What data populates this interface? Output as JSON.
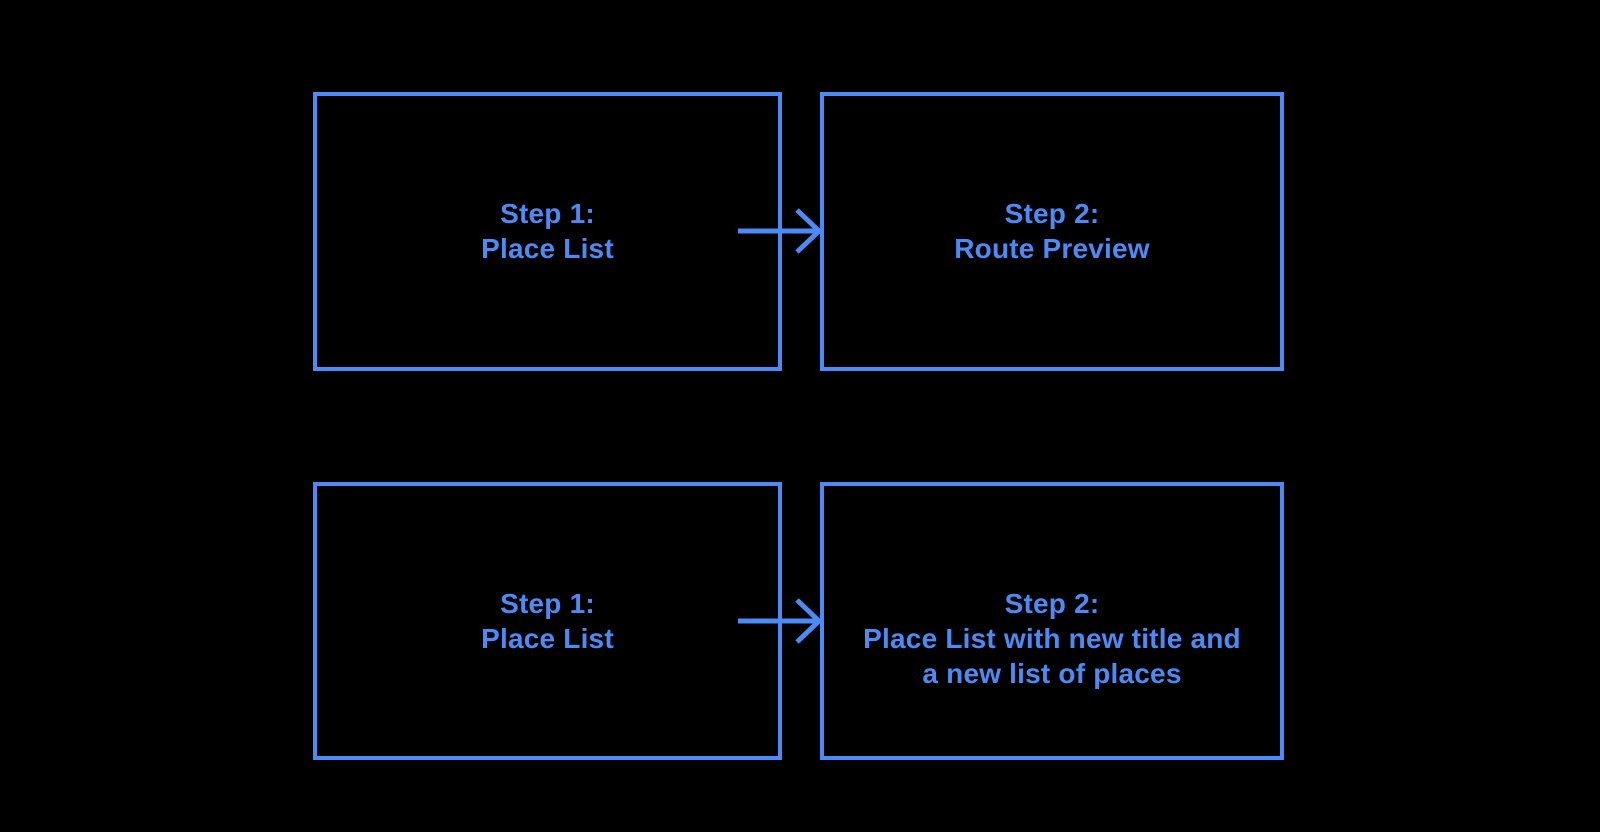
{
  "colors": {
    "background": "#000000",
    "accent": "#4C8BF5"
  },
  "flows": [
    {
      "name": "flow-1",
      "steps": [
        {
          "label_lines": [
            "Step 1:",
            "Place List",
            ""
          ]
        },
        {
          "label_lines": [
            "Step 2:",
            "Route Preview",
            ""
          ]
        }
      ]
    },
    {
      "name": "flow-2",
      "steps": [
        {
          "label_lines": [
            "Step 1:",
            "Place List",
            ""
          ]
        },
        {
          "label_lines": [
            "Step 2:",
            "Place List with new title and",
            "a new list of places"
          ]
        }
      ]
    }
  ]
}
